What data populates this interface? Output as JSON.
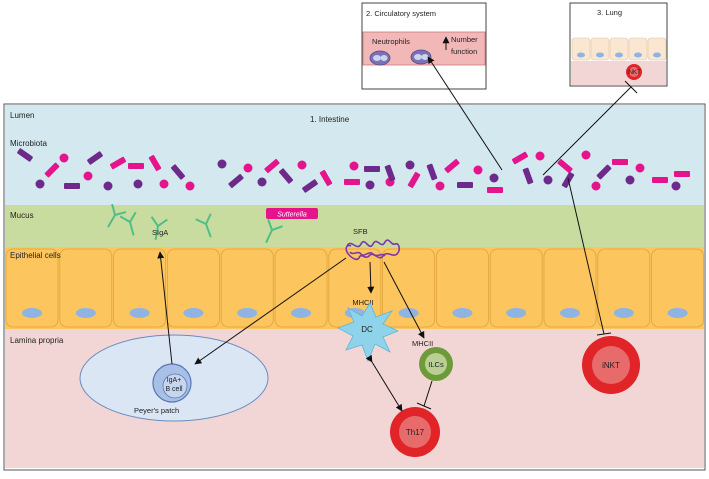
{
  "panels": {
    "intestine": "1. Intestine",
    "circulatory": "2. Circulatory system",
    "lung": "3. Lung"
  },
  "layers": {
    "lumen": "Lumen",
    "microbiota": "Microbiota",
    "mucus": "Mucus",
    "epithelial": "Epithelial cells",
    "lamina_propria": "Lamina propria"
  },
  "labels": {
    "sutterella": "Sutterella",
    "siga": "SIgA",
    "sfb": "SFB",
    "mhcii_top": "MHCII",
    "mhcii_side": "MHCII",
    "dc": "DC",
    "ilcs": "ILCs",
    "th17": "Th17",
    "inkt": "iNKT",
    "inkt_lung": "iNKT",
    "iga_line1": "IgA+",
    "iga_line2": "B cell",
    "peyers_patch": "Peyer's patch",
    "neutrophils": "Neutrophils",
    "number": "Number",
    "function": "function"
  },
  "colors": {
    "lumen": "#d3e8ef",
    "mucus": "#c9dca0",
    "epithelial": "#fcc55e",
    "lamina": "#f2d6d6",
    "pink_bacteria": "#e6148c",
    "purple_bacteria": "#6d2a8a",
    "sfb": "#7b3aa8",
    "siga": "#4fbf86",
    "dc": "#8fd3ea",
    "ilc": "#6e9b3a",
    "th17": "#e02428",
    "inkt": "#e02428",
    "peyer": "#dbe6f5",
    "nucleus": "#8fb4e3",
    "vessel": "#f2b7b7"
  }
}
